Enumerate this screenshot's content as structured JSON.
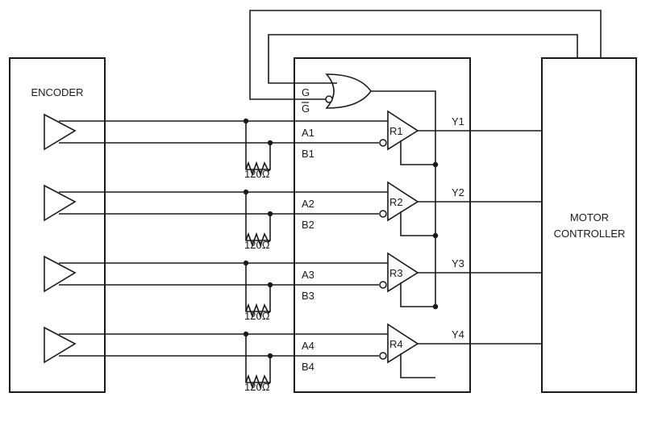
{
  "blocks": {
    "encoder": "ENCODER",
    "motor_line1": "MOTOR",
    "motor_line2": "CONTROLLER"
  },
  "gate": {
    "enable_label": "G",
    "enable_bar_label": "G"
  },
  "channels": [
    {
      "a": "A1",
      "b": "B1",
      "receiver": "R1",
      "out": "Y1",
      "resistor": "120Ω"
    },
    {
      "a": "A2",
      "b": "B2",
      "receiver": "R2",
      "out": "Y2",
      "resistor": "120Ω"
    },
    {
      "a": "A3",
      "b": "B3",
      "receiver": "R3",
      "out": "Y3",
      "resistor": "120Ω"
    },
    {
      "a": "A4",
      "b": "B4",
      "receiver": "R4",
      "out": "Y4",
      "resistor": "120Ω"
    }
  ]
}
